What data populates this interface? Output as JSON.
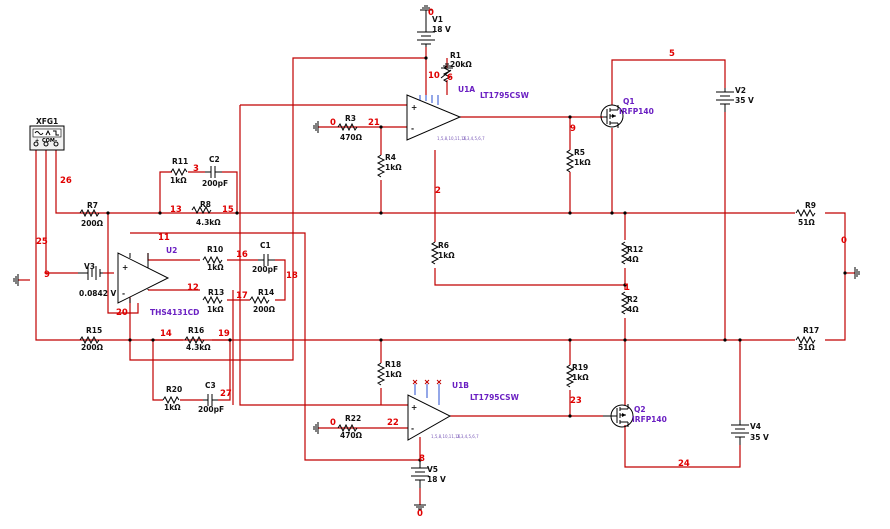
{
  "components": {
    "V1": {
      "name": "V1",
      "value": "18 V"
    },
    "V2": {
      "name": "V2",
      "value": "35 V"
    },
    "V3": {
      "name": "V3",
      "value": "0.0842 V"
    },
    "V4": {
      "name": "V4",
      "value": "35 V"
    },
    "V5": {
      "name": "V5",
      "value": "18 V"
    },
    "R1": {
      "name": "R1",
      "value": "20kΩ"
    },
    "R2": {
      "name": "R2",
      "value": "4Ω"
    },
    "R3": {
      "name": "R3",
      "value": "470Ω"
    },
    "R4": {
      "name": "R4",
      "value": "1kΩ"
    },
    "R5": {
      "name": "R5",
      "value": "1kΩ"
    },
    "R6": {
      "name": "R6",
      "value": "1kΩ"
    },
    "R7": {
      "name": "R7",
      "value": "200Ω"
    },
    "R8": {
      "name": "R8",
      "value": "4.3kΩ"
    },
    "R9": {
      "name": "R9",
      "value": "51Ω"
    },
    "R10": {
      "name": "R10",
      "value": "1kΩ"
    },
    "R11": {
      "name": "R11",
      "value": "1kΩ"
    },
    "R12": {
      "name": "R12",
      "value": "4Ω"
    },
    "R13": {
      "name": "R13",
      "value": "1kΩ"
    },
    "R14": {
      "name": "R14",
      "value": "200Ω"
    },
    "R15": {
      "name": "R15",
      "value": "200Ω"
    },
    "R16": {
      "name": "R16",
      "value": "4.3kΩ"
    },
    "R17": {
      "name": "R17",
      "value": "51Ω"
    },
    "R18": {
      "name": "R18",
      "value": "1kΩ"
    },
    "R19": {
      "name": "R19",
      "value": "1kΩ"
    },
    "R20": {
      "name": "R20",
      "value": "1kΩ"
    },
    "R22": {
      "name": "R22",
      "value": "470Ω"
    },
    "C1": {
      "name": "C1",
      "value": "200pF"
    },
    "C2": {
      "name": "C2",
      "value": "200pF"
    },
    "C3": {
      "name": "C3",
      "value": "200pF"
    },
    "Q1": {
      "name": "Q1",
      "part": "IRFP140"
    },
    "Q2": {
      "name": "Q2",
      "part": "IRFP140"
    },
    "U1A": {
      "name": "U1A",
      "part": "LT1795CSW"
    },
    "U1B": {
      "name": "U1B",
      "part": "LT1795CSW"
    },
    "U2": {
      "name": "U2",
      "part": "THS4131CD"
    },
    "XFG1": {
      "name": "XFG1"
    }
  },
  "pins": {
    "u1a_left": "1,5,8,10,11,16",
    "u1a_right": "2,3,4,5,6,7",
    "u1b_left": "1,5,8,10,11,16",
    "u1b_right": "2,3,4,5,6,7",
    "gen_terms": [
      "+",
      "COM",
      "-"
    ]
  },
  "nets": {
    "n0_v1": "0",
    "n0_r3": "0",
    "n0_right": "0",
    "n0_r22": "0",
    "n0_v5": "0",
    "n1": "1",
    "n2": "2",
    "n3": "3",
    "n5": "5",
    "n6": "6",
    "n8": "8",
    "n9": "9",
    "n10": "10",
    "n11": "11",
    "n12": "12",
    "n13": "13",
    "n14": "14",
    "n15": "15",
    "n16": "16",
    "n17": "17",
    "n18": "18",
    "n19": "19",
    "n20": "20",
    "n21": "21",
    "n22": "22",
    "n23": "23",
    "n24": "24",
    "n25": "25",
    "n26": "26",
    "n27": "27"
  }
}
